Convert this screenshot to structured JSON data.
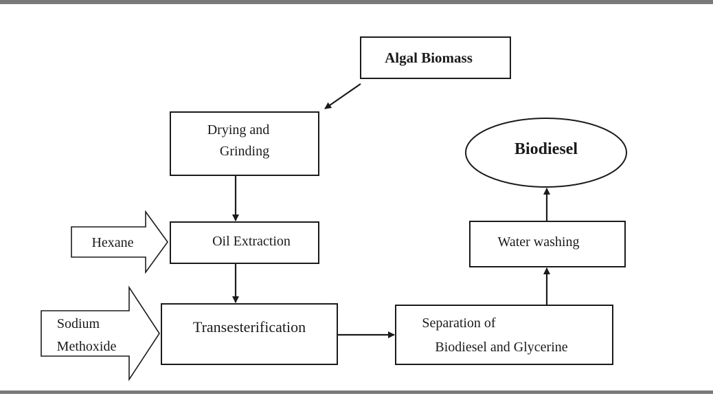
{
  "diagram": {
    "nodes": {
      "algal_biomass": {
        "label": "Algal Biomass"
      },
      "drying_grinding": {
        "lines": [
          "Drying and",
          "Grinding"
        ]
      },
      "oil_extraction": {
        "label": "Oil Extraction"
      },
      "hexane": {
        "label": "Hexane"
      },
      "transesterification": {
        "label": "Transesterification"
      },
      "sodium_methoxide": {
        "lines": [
          "Sodium",
          "Methoxide"
        ]
      },
      "separation": {
        "lines": [
          "Separation of",
          "Biodiesel and Glycerine"
        ]
      },
      "water_washing": {
        "label": "Water washing"
      },
      "biodiesel": {
        "label": "Biodiesel"
      }
    },
    "edges": [
      {
        "from": "algal_biomass",
        "to": "drying_grinding"
      },
      {
        "from": "drying_grinding",
        "to": "oil_extraction"
      },
      {
        "from": "hexane",
        "to": "oil_extraction"
      },
      {
        "from": "oil_extraction",
        "to": "transesterification"
      },
      {
        "from": "sodium_methoxide",
        "to": "transesterification"
      },
      {
        "from": "transesterification",
        "to": "separation"
      },
      {
        "from": "separation",
        "to": "water_washing"
      },
      {
        "from": "water_washing",
        "to": "biodiesel"
      }
    ],
    "colors": {
      "stroke": "#1a1a1a",
      "frame": "#7a7a7a",
      "background": "#ffffff"
    }
  }
}
